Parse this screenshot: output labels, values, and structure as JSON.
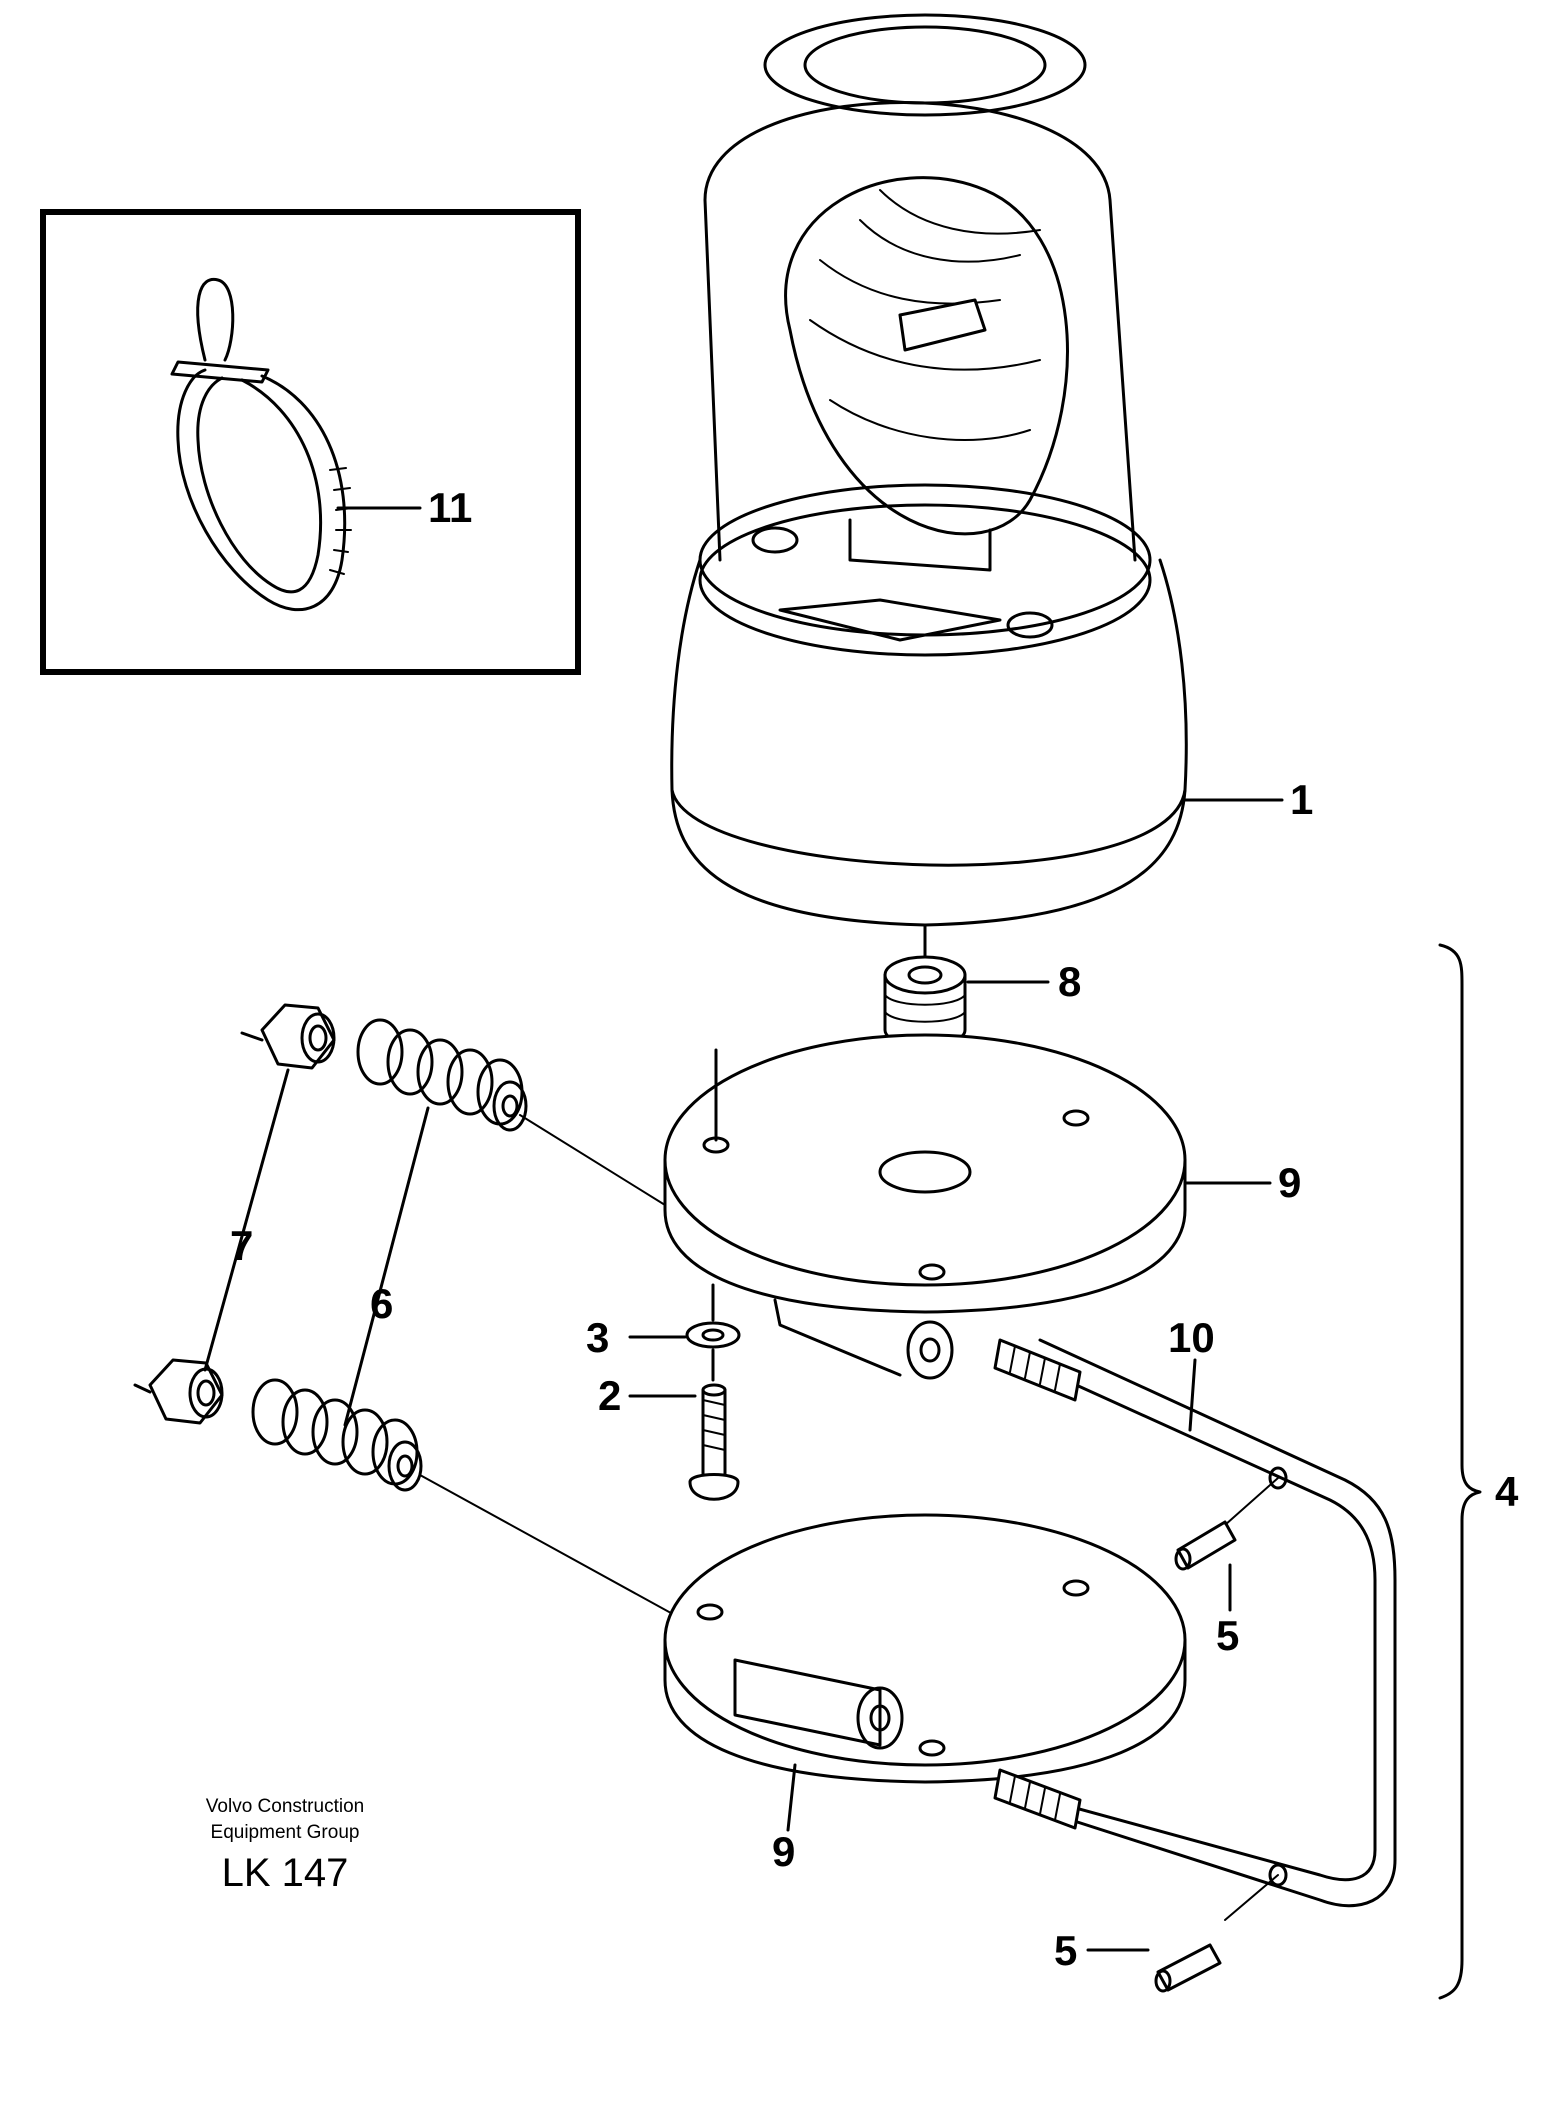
{
  "callouts": {
    "c1": "1",
    "c2": "2",
    "c3": "3",
    "c4": "4",
    "c5a": "5",
    "c5b": "5",
    "c6": "6",
    "c7": "7",
    "c8": "8",
    "c9a": "9",
    "c9b": "9",
    "c10": "10",
    "c11": "11"
  },
  "credit": {
    "line1": "Volvo Construction",
    "line2": "Equipment Group",
    "code": "LK 147"
  },
  "colors": {
    "ink": "#000000",
    "paper": "#ffffff"
  }
}
